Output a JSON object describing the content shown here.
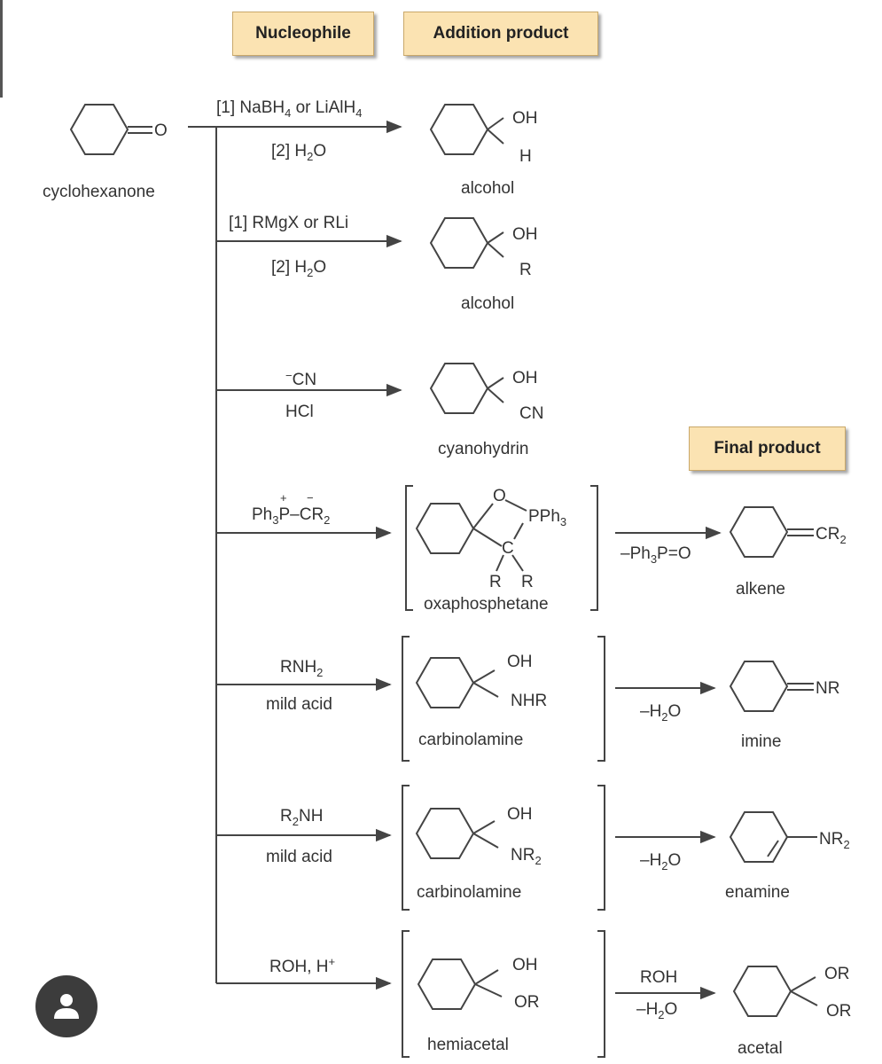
{
  "headers": {
    "nucleophile": "Nucleophile",
    "addition_product": "Addition product",
    "final_product": "Final product"
  },
  "start": {
    "name": "cyclohexanone",
    "atom": "O"
  },
  "rows": [
    {
      "reagent_top": "[1] NaBH4 or LiAlH4",
      "reagent_bottom": "[2] H2O",
      "product_groups": [
        "OH",
        "H"
      ],
      "product_name": "alcohol"
    },
    {
      "reagent_top": "[1] RMgX or RLi",
      "reagent_bottom": "[2] H2O",
      "product_groups": [
        "OH",
        "R"
      ],
      "product_name": "alcohol"
    },
    {
      "reagent_top": "−CN",
      "reagent_bottom": "HCl",
      "product_groups": [
        "OH",
        "CN"
      ],
      "product_name": "cyanohydrin"
    },
    {
      "reagent_top": "Ph3P+–C−R2",
      "reagent_bottom": "",
      "product_groups": [
        "O",
        "PPh3",
        "C",
        "R",
        "R"
      ],
      "product_name": "oxaphosphetane",
      "step_top": "",
      "step_bottom": "–Ph3P=O",
      "final_group": "CR2",
      "final_name": "alkene"
    },
    {
      "reagent_top": "RNH2",
      "reagent_bottom": "mild acid",
      "product_groups": [
        "OH",
        "NHR"
      ],
      "product_name": "carbinolamine",
      "step_top": "",
      "step_bottom": "–H2O",
      "final_group": "NR",
      "final_name": "imine"
    },
    {
      "reagent_top": "R2NH",
      "reagent_bottom": "mild acid",
      "product_groups": [
        "OH",
        "NR2"
      ],
      "product_name": "carbinolamine",
      "step_top": "",
      "step_bottom": "–H2O",
      "final_group": "NR2",
      "final_name": "enamine"
    },
    {
      "reagent_top": "ROH, H+",
      "reagent_bottom": "",
      "product_groups": [
        "OH",
        "OR"
      ],
      "product_name": "hemiacetal",
      "step_top": "ROH",
      "step_bottom": "–H2O",
      "final_groups": [
        "OR",
        "OR"
      ],
      "final_name": "acetal"
    }
  ]
}
